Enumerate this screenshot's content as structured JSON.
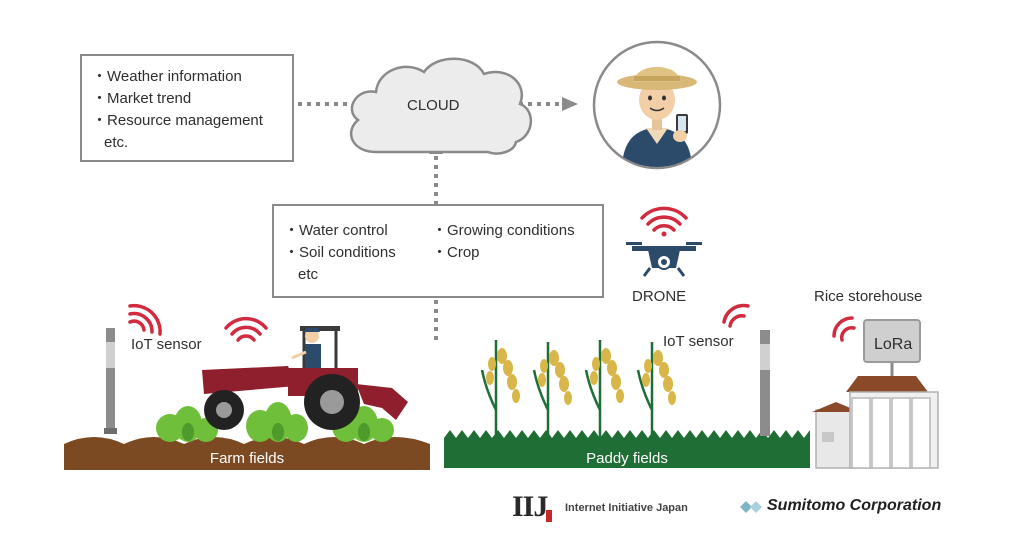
{
  "cloud": {
    "label": "CLOUD"
  },
  "info_box": {
    "items": [
      "Weather information",
      "Market trend",
      "Resource management"
    ],
    "tail": "etc."
  },
  "field_box": {
    "left_items": [
      "Water control",
      "Soil conditions"
    ],
    "left_tail": "etc",
    "right_items": [
      "Growing conditions",
      "Crop"
    ]
  },
  "drone": {
    "label": "DRONE"
  },
  "iot_left": {
    "label": "IoT sensor"
  },
  "iot_right": {
    "label": "IoT sensor"
  },
  "storehouse": {
    "label": "Rice storehouse",
    "lora": "LoRa"
  },
  "farm": {
    "label": "Farm fields"
  },
  "paddy": {
    "label": "Paddy fields"
  },
  "logos": {
    "iij_mark": "IIJ",
    "iij_text": "Internet Initiative Japan",
    "sumitomo_text": "Sumitomo Corporation"
  },
  "colors": {
    "soil": "#7b4a22",
    "paddy_green": "#1f6e35",
    "signal_red": "#d22a3e",
    "tractor_red": "#8f1f2c",
    "arrow_gray": "#8a8a8a",
    "rice_gold": "#d8b64a"
  }
}
